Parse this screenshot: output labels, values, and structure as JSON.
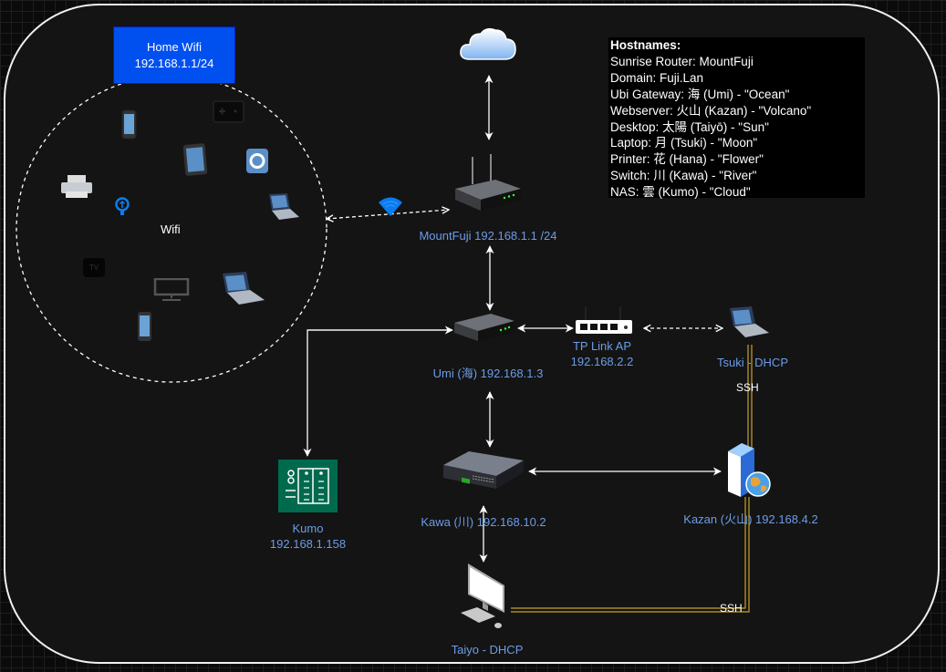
{
  "home_wifi": {
    "title": "Home Wifi",
    "subnet": "192.168.1.1/24"
  },
  "wifi_zone": {
    "label": "Wifi"
  },
  "hostnames": {
    "heading": "Hostnames:",
    "lines": [
      "Sunrise Router: MountFuji",
      "Domain: Fuji.Lan",
      "Ubi Gateway: 海 (Umi) - \"Ocean\"",
      "Webserver: 火山 (Kazan) - \"Volcano\"",
      "Desktop: 太陽 (Taiyō) - \"Sun\"",
      "Laptop: 月 (Tsuki) - \"Moon\"",
      "Printer: 花 (Hana) - \"Flower\"",
      "Switch: 川 (Kawa) - \"River\"",
      "NAS: 雲 (Kumo) - \"Cloud\""
    ]
  },
  "nodes": {
    "mountfuji": {
      "label": "MountFuji 192.168.1.1 /24"
    },
    "umi": {
      "label": "Umi (海) 192.168.1.3"
    },
    "tplink": {
      "label_line1": "TP Link AP",
      "label_line2": "192.168.2.2"
    },
    "tsuki": {
      "label": "Tsuki  - DHCP"
    },
    "kawa": {
      "label": "Kawa (川) 192.168.10.2"
    },
    "kazan": {
      "label": "Kazan (火山) 192.168.4.2"
    },
    "kumo": {
      "label_line1": "Kumo",
      "label_line2": "192.168.1.158"
    },
    "taiyo": {
      "label": "Taiyo - DHCP"
    }
  },
  "links": {
    "ssh_tsuki_kazan": "SSH",
    "ssh_taiyo_kazan": "SSH"
  },
  "colors": {
    "label_blue": "#6b9ce8",
    "ssh_line": "#c9a227",
    "home_wifi_fill": "#0050ef",
    "nas_green": "#006a4e"
  }
}
